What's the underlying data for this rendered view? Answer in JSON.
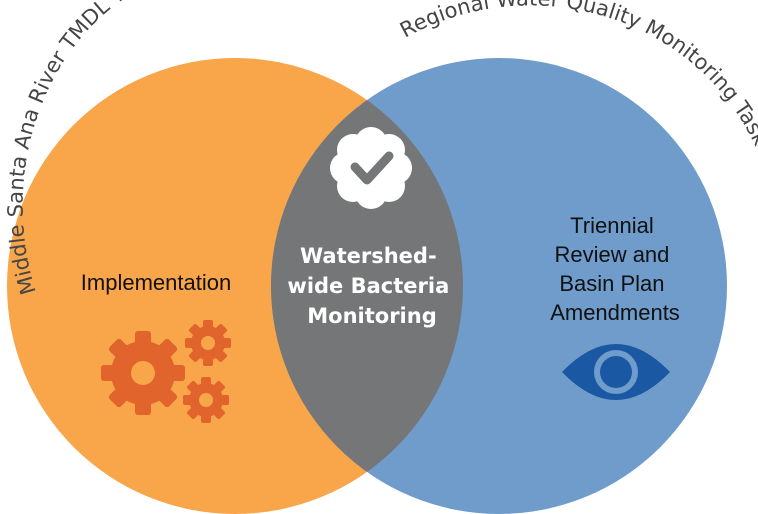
{
  "venn": {
    "left_group": "Middle Santa Ana River TMDL Task Force",
    "right_group": "Regional Water Quality Monitoring Task Force",
    "left_text": "Implementation",
    "center_lines": [
      "Watershed-",
      "wide Bacteria",
      "Monitoring"
    ],
    "right_lines": [
      "Triennial",
      "Review and",
      "Basin Plan",
      "Amendments"
    ]
  },
  "icons": {
    "left": "gears-icon",
    "center": "check-badge-icon",
    "right": "eye-icon"
  },
  "colors": {
    "left_circle": "#f9a54a",
    "right_circle": "#6f9ccb",
    "overlap": "#757678",
    "gears": "#e0642c",
    "eye": "#1a58a3"
  }
}
